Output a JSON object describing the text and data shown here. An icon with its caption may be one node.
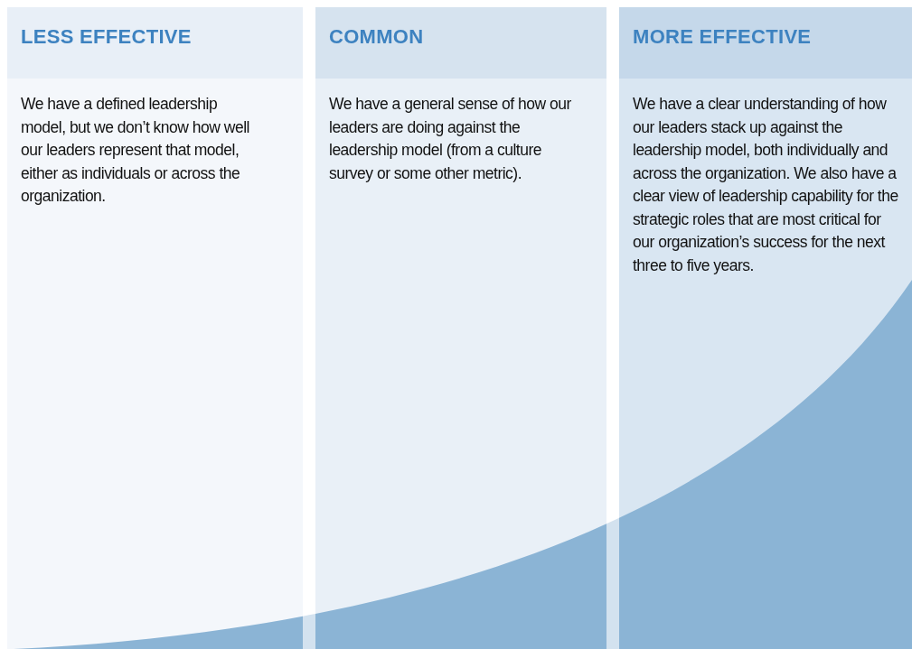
{
  "diagram": {
    "nodes": [
      {
        "text": [
          "LESS EFFECTIVE",
          "We have a defined leadership model, but we don’t know how well our leaders represent that model, either as individuals or across the organization."
        ]
      },
      {
        "text": [
          "COMMON",
          "We have a general sense of how our leaders are doing against the leadership model (from a culture survey or some other metric)."
        ]
      },
      {
        "text": [
          "MORE EFFECTIVE",
          "We have a clear understanding of how our leaders stack up against the leadership model, both individually and across the organization. We also have a clear view of leadership capability for the strategic roles that are most critical for our organization’s success for the next three to five years."
        ]
      }
    ]
  }
}
